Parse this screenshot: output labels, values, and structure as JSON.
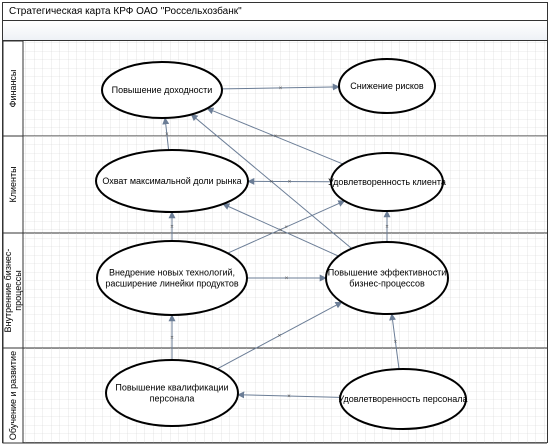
{
  "title": "Стратегическая карта КРФ ОАО \"Россельхозбанк\"",
  "lanes": [
    {
      "id": "finance",
      "label": [
        "Финансы"
      ]
    },
    {
      "id": "clients",
      "label": [
        "Клиенты"
      ]
    },
    {
      "id": "processes",
      "label": [
        "Внутренние бизнес-",
        "процессы"
      ]
    },
    {
      "id": "learning",
      "label": [
        "Обучение и развитие"
      ]
    }
  ],
  "nodes": [
    {
      "id": "revenue",
      "lines": [
        "Повышение доходности"
      ]
    },
    {
      "id": "risk",
      "lines": [
        "Снижение рисков"
      ]
    },
    {
      "id": "share",
      "lines": [
        "Охват максимальной доли рынка"
      ]
    },
    {
      "id": "satisfaction",
      "lines": [
        "Удовлетворенность клиента"
      ]
    },
    {
      "id": "tech",
      "lines": [
        "Внедрение новых технологий,",
        "расширение линейки продуктов"
      ]
    },
    {
      "id": "efficiency",
      "lines": [
        "Повышение эффективности",
        "бизнес-процессов"
      ]
    },
    {
      "id": "qualification",
      "lines": [
        "Повышение квалификации",
        "персонала"
      ]
    },
    {
      "id": "staff_satisfaction",
      "lines": [
        "Удовлетворенность персонала"
      ]
    }
  ],
  "edges": [
    {
      "from": "revenue",
      "to": "risk"
    },
    {
      "from": "satisfaction",
      "to": "share"
    },
    {
      "from": "share",
      "to": "revenue"
    },
    {
      "from": "satisfaction",
      "to": "revenue"
    },
    {
      "from": "efficiency",
      "to": "revenue"
    },
    {
      "from": "tech",
      "to": "share"
    },
    {
      "from": "tech",
      "to": "satisfaction"
    },
    {
      "from": "efficiency",
      "to": "share"
    },
    {
      "from": "tech",
      "to": "efficiency"
    },
    {
      "from": "qualification",
      "to": "tech"
    },
    {
      "from": "qualification",
      "to": "efficiency"
    },
    {
      "from": "staff_satisfaction",
      "to": "qualification"
    },
    {
      "from": "staff_satisfaction",
      "to": "efficiency"
    },
    {
      "from": "efficiency",
      "to": "satisfaction"
    }
  ]
}
